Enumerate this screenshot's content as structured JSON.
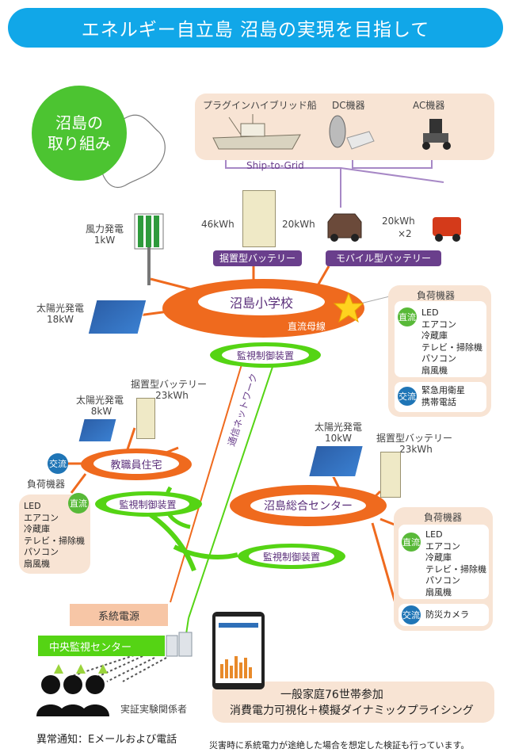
{
  "title": "エネルギー自立島 沼島の実現を目指して",
  "island_label": [
    "沼島の",
    "取り組み"
  ],
  "top_devices": {
    "ship": "プラグインハイブリッド船",
    "dc": "DC機器",
    "ac": "AC機器",
    "ship_to_grid": "Ship-to-Grid"
  },
  "battery_row": {
    "stationary_kwh": "46kWh",
    "mobile_kwh": "20kWh",
    "mobile2_kwh": "20kWh",
    "mobile2_mult": "×2",
    "stationary_tag": "据置型バッテリー",
    "mobile_tag": "モバイル型バッテリー"
  },
  "wind": {
    "label": "風力発電",
    "value": "1kW"
  },
  "solar_main": {
    "label": "太陽光発電",
    "value": "18kW"
  },
  "school": {
    "name": "沼島小学校",
    "bus": "直流母線"
  },
  "monitor_label": "監視制御装置",
  "network_label": "通信ネットワーク",
  "staff": {
    "name": "教職員住宅",
    "battery_label": "据置型バッテリー",
    "battery_value": "23kWh",
    "solar_label": "太陽光発電",
    "solar_value": "8kW",
    "ac_badge": "交流",
    "load_title": "負荷機器",
    "dc_badge": "直流",
    "items": [
      "LED",
      "エアコン",
      "冷蔵庫",
      "テレビ・掃除機",
      "パソコン",
      "扇風機"
    ]
  },
  "school_loads": {
    "title": "負荷機器",
    "dc_badge": "直流",
    "dc_items": [
      "LED",
      "エアコン",
      "冷蔵庫",
      "テレビ・掃除機",
      "パソコン",
      "扇風機"
    ],
    "ac_badge": "交流",
    "ac_items": [
      "緊急用衛星",
      "携帯電話"
    ]
  },
  "center": {
    "name": "沼島総合センター",
    "solar_label": "太陽光発電",
    "solar_value": "10kW",
    "battery_label": "据置型バッテリー",
    "battery_value": "23kWh"
  },
  "center_loads": {
    "title": "負荷機器",
    "dc_badge": "直流",
    "dc_items": [
      "LED",
      "エアコン",
      "冷蔵庫",
      "テレビ・掃除機",
      "パソコン",
      "扇風機"
    ],
    "ac_badge": "交流",
    "ac_items": [
      "防災カメラ"
    ]
  },
  "grid_power": "系統電源",
  "central_monitor": "中央監視センター",
  "households": [
    "一般家庭76世帯参加",
    "消費電力可視化＋模擬ダイナミックプライシング"
  ],
  "experiment_people": "実証実験関係者",
  "alert_note": "異常通知：Eメールおよび電話",
  "footnote": "災害時に系統電力が途絶した場合を想定した検証も行っています。",
  "colors": {
    "title_bg": "#11a7e8",
    "orange": "#ef6a1e",
    "green": "#55d414",
    "purple": "#6a3f8c",
    "peach": "#f8e4d4"
  }
}
